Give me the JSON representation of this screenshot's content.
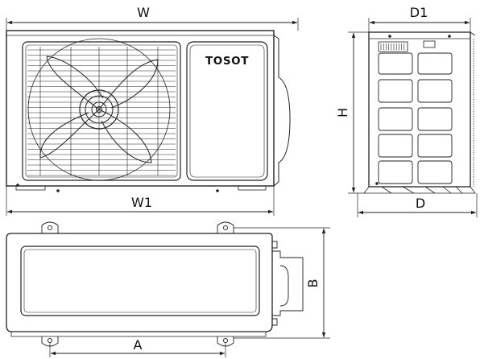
{
  "brand": "TOSOT",
  "dimensions": {
    "w": "W",
    "w1": "W1",
    "d1": "D1",
    "d": "D",
    "h": "H",
    "a": "A",
    "b": "B"
  }
}
